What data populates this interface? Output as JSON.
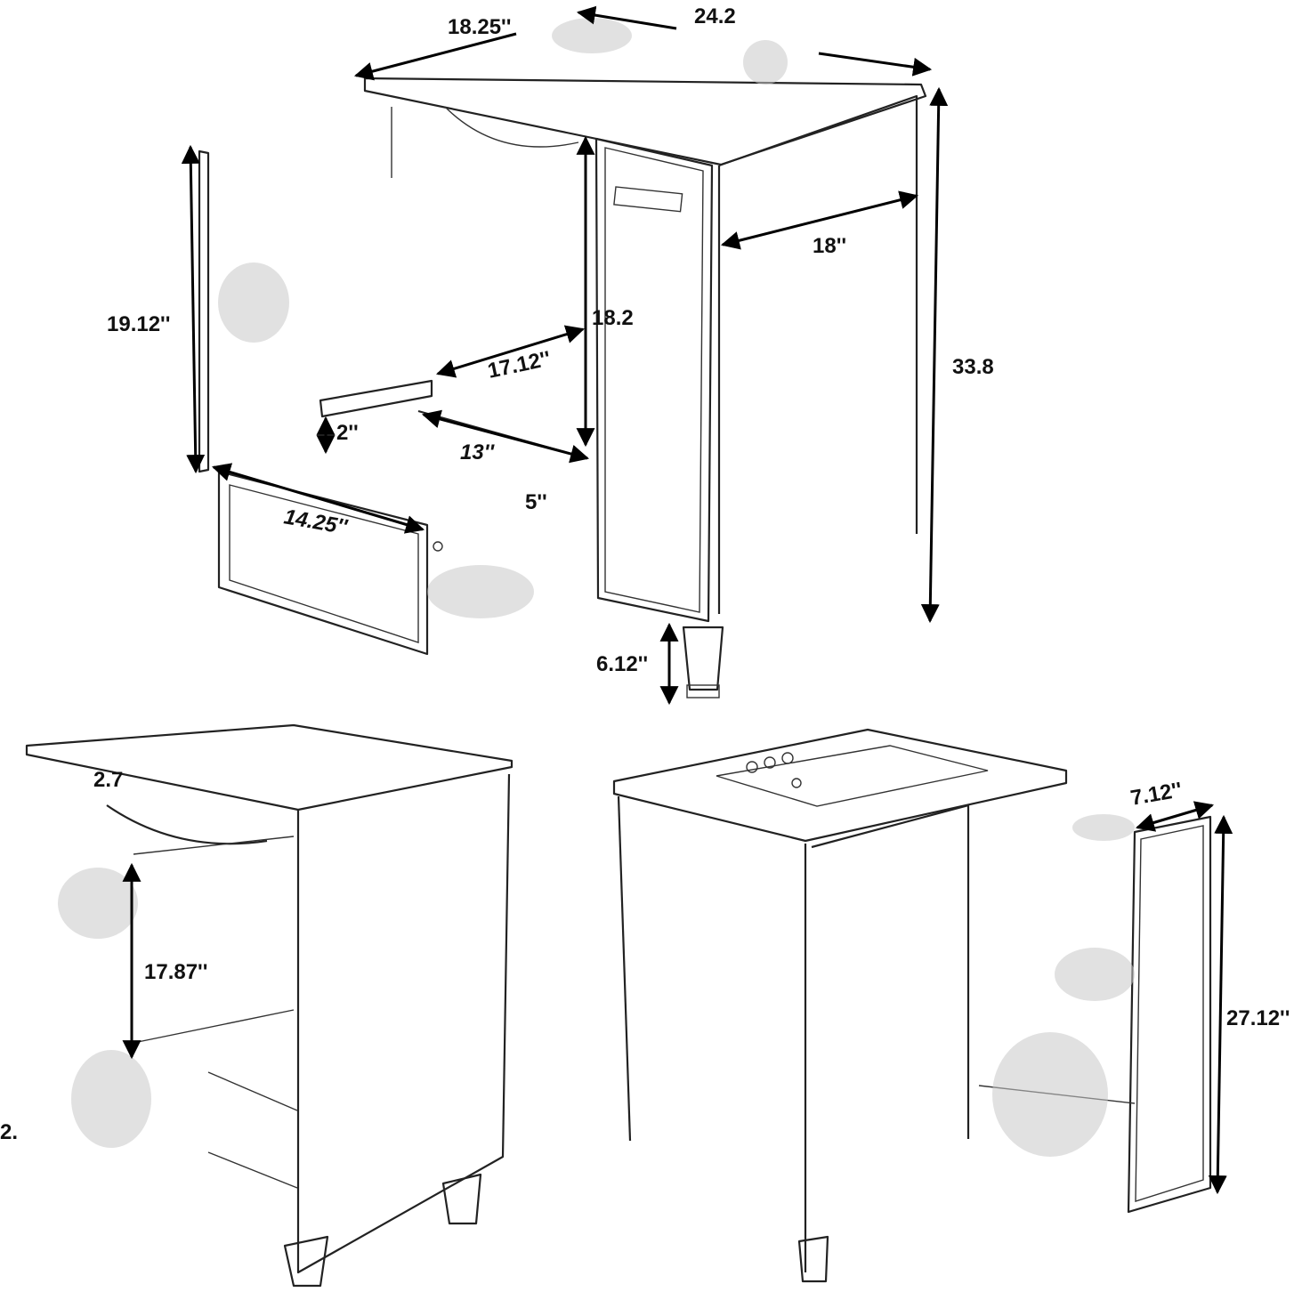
{
  "diagram": {
    "dimensions": {
      "top_depth": "18.25''",
      "top_width": "24.2",
      "side_depth": "18''",
      "cabinet_height": "19.12''",
      "inner_height": "18.2",
      "total_height": "33.8",
      "shelf_depth": "17.12''",
      "shelf_lip": "2''",
      "drawer_depth": "13''",
      "drawer_front": "5''",
      "drawer_width": "14.25''",
      "leg_height": "6.12''",
      "top_thickness": "2.7",
      "inner_open_height": "17.87''",
      "left_edge_partial": "2.",
      "side_panel_width": "7.12''",
      "side_panel_height": "27.12''"
    }
  }
}
